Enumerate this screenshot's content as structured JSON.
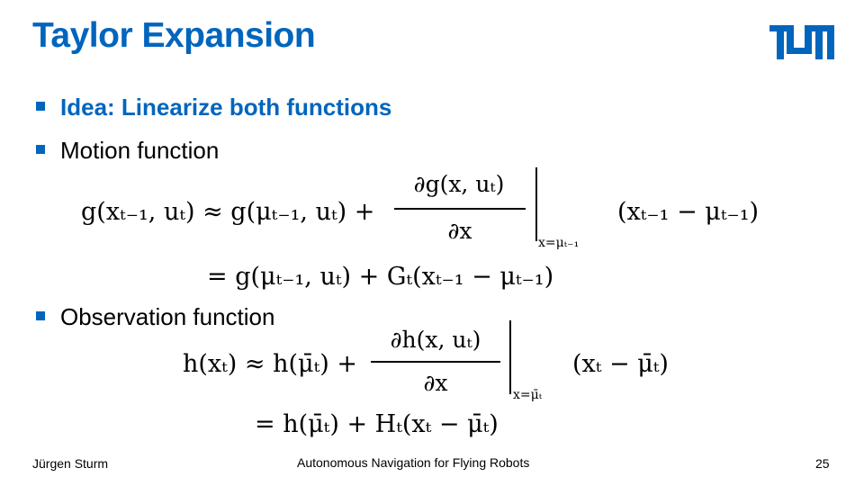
{
  "title": "Taylor Expansion",
  "brand_color": "#0065BD",
  "logo": {
    "text": "TUM",
    "icon": "tum-logo"
  },
  "bullets": [
    {
      "text": "Idea: Linearize both functions"
    },
    {
      "text": "Motion function"
    },
    {
      "text": "Observation function"
    }
  ],
  "motion_equation": {
    "line1_lhs": "g(xₜ₋₁, uₜ) ≈ g(μₜ₋₁, uₜ) +",
    "frac_num": "∂g(x, uₜ)",
    "frac_den": "∂x",
    "eval_at": "x=μₜ₋₁",
    "line1_rhs": "(xₜ₋₁ − μₜ₋₁)",
    "line2": "= g(μₜ₋₁, uₜ) + Gₜ(xₜ₋₁ − μₜ₋₁)"
  },
  "observation_equation": {
    "line1_lhs": "h(xₜ) ≈ h(μ̄ₜ) +",
    "frac_num": "∂h(x, uₜ)",
    "frac_den": "∂x",
    "eval_at": "x=μ̄ₜ",
    "line1_rhs": "(xₜ − μ̄ₜ)",
    "line2": "= h(μ̄ₜ) + Hₜ(xₜ − μ̄ₜ)"
  },
  "footer": {
    "author": "Jürgen Sturm",
    "course": "Autonomous Navigation for Flying Robots",
    "page": "25"
  }
}
